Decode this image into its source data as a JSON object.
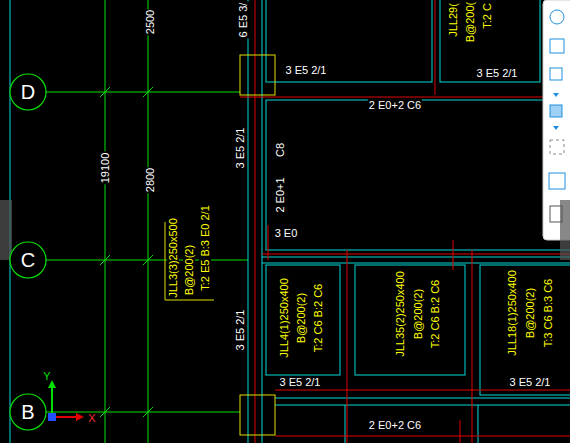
{
  "diagram": {
    "nodes": [
      {
        "text": [
          "D"
        ]
      },
      {
        "text": [
          "C"
        ]
      },
      {
        "text": [
          "B"
        ]
      }
    ],
    "labels": [
      "6 E5 3/",
      "2500",
      "3 E5 2/1",
      "JLL29(",
      "B@200(",
      "T:2 C",
      "3 E5 2/1",
      "2 E0+2 C6",
      "3 E5 2/1",
      "C8",
      "2 E0+1",
      "19100",
      "2800",
      "3 E0",
      "JLL3(3)250x500",
      "B@200(2)",
      "T:2 E5 B:3 E0 2/1",
      "3 E5 2/1",
      "JLL4(1)250x400",
      "B@200(2)",
      "T:2 C6 B:2 C6",
      "JLL35(2)250x400",
      "B@200(2)",
      "T:2 C6 B:2 C6",
      "JLL18(1)250x400",
      "B@200(2)",
      "T:3 C6 B:3 C6",
      "3 E5 2/1",
      "3 E5 2/1",
      "2 E0+2 C6",
      "Y",
      "X"
    ]
  }
}
